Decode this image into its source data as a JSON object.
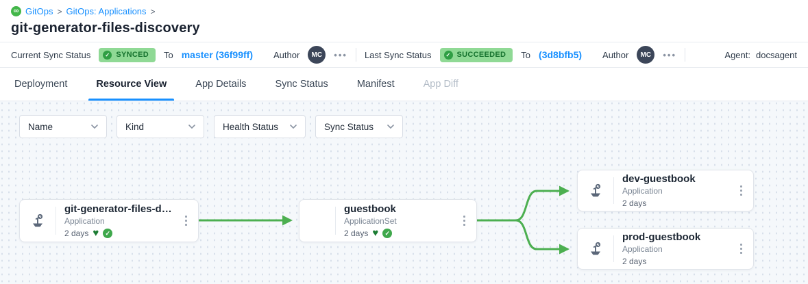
{
  "breadcrumb": {
    "icon": "∞",
    "separator": ">",
    "items": [
      {
        "label": "GitOps"
      },
      {
        "label": "GitOps: Applications"
      }
    ]
  },
  "page": {
    "title": "git-generator-files-discovery"
  },
  "status_bar": {
    "current": {
      "label": "Current Sync Status",
      "badge": "SYNCED",
      "badge_check": "✓",
      "to_label": "To",
      "revision": "master (36f99ff)",
      "author_label": "Author",
      "author_initials": "MC",
      "menu": "•••"
    },
    "last": {
      "label": "Last Sync Status",
      "badge": "SUCCEEDED",
      "badge_check": "✓",
      "to_label": "To",
      "revision": "(3d8bfb5)",
      "author_label": "Author",
      "author_initials": "MC",
      "menu": "•••"
    },
    "agent": {
      "label": "Agent:",
      "value": "docsagent"
    }
  },
  "tabs": [
    {
      "label": "Deployment"
    },
    {
      "label": "Resource View"
    },
    {
      "label": "App Details"
    },
    {
      "label": "Sync Status"
    },
    {
      "label": "Manifest"
    },
    {
      "label": "App Diff"
    }
  ],
  "filters": [
    {
      "label": "Name"
    },
    {
      "label": "Kind"
    },
    {
      "label": "Health Status"
    },
    {
      "label": "Sync Status"
    }
  ],
  "graph": {
    "nodes": [
      {
        "title": "git-generator-files-disco...",
        "kind": "Application",
        "age": "2 days",
        "healthy": true,
        "synced": true,
        "heart": "♥",
        "check": "✓"
      },
      {
        "title": "guestbook",
        "kind": "ApplicationSet",
        "age": "2 days",
        "healthy": true,
        "synced": true,
        "heart": "♥",
        "check": "✓"
      },
      {
        "title": "dev-guestbook",
        "kind": "Application",
        "age": "2 days",
        "healthy": false,
        "synced": false
      },
      {
        "title": "prod-guestbook",
        "kind": "Application",
        "age": "2 days",
        "healthy": false,
        "synced": false
      }
    ]
  },
  "colors": {
    "accent_blue": "#1890ff",
    "badge_green_bg": "#8fd995",
    "badge_green_text": "#15722e",
    "edge_green": "#4caf50",
    "heart_green": "#1c7c33",
    "check_green": "#3fa84c",
    "avatar_bg": "#3c4659",
    "breadcrumb_icon_green": "#43b649"
  }
}
